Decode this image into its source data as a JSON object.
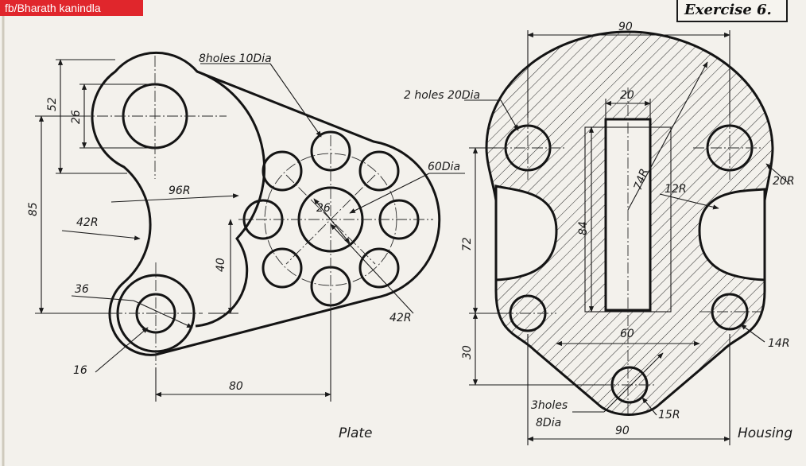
{
  "watermark": "fb/Bharath kanindla",
  "exercise_title": "Exercise 6.",
  "plate": {
    "caption": "Plate",
    "dims": {
      "holes8": "8holes 10Dia",
      "d52": "52",
      "d26a": "26",
      "d85": "85",
      "r96": "96R",
      "r42a": "42R",
      "d40": "40",
      "d36": "36",
      "d16": "16",
      "d80": "80",
      "pcd60": "60Dia",
      "d26b": "26",
      "r42b": "42R"
    }
  },
  "housing": {
    "caption": "Housing",
    "dims": {
      "d90top": "90",
      "holes2": "2 holes 20Dia",
      "d20": "20",
      "r74": "74R",
      "r12": "12R",
      "r20": "20R",
      "d84": "84",
      "d72": "72",
      "d60": "60",
      "r14": "14R",
      "d30": "30",
      "holes3a": "3holes",
      "holes3b": "8Dia",
      "r15": "15R",
      "d90bot": "90"
    }
  }
}
